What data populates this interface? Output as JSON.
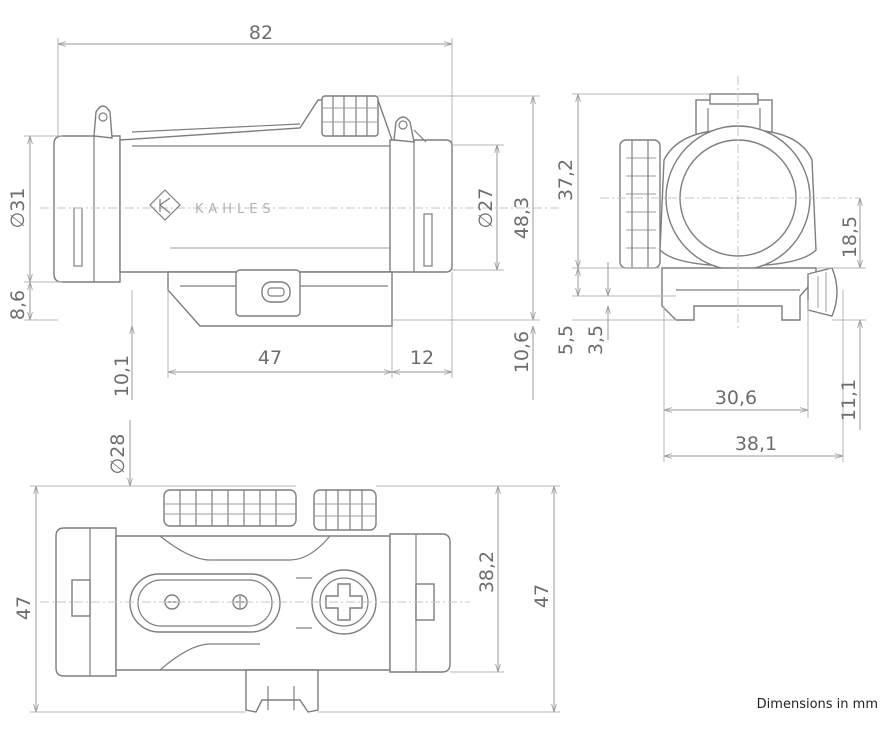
{
  "brand": "KAHLES",
  "note": "Dimensions in mm",
  "dimensions": {
    "overall_length": "82",
    "eyepiece_diameter": "∅31",
    "objective_diameter": "∅27",
    "total_height_side": "48,3",
    "offset_left": "8,6",
    "mount_offset": "10,1",
    "mount_length": "47",
    "rear_offset": "12",
    "rail_height": "10,6",
    "front_height": "37,2",
    "axis_height": "18,5",
    "rail_a": "5,5",
    "rail_b": "3,5",
    "mount_width": "30,6",
    "total_width": "38,1",
    "rail_depth": "11,1",
    "turret_diameter": "∅28",
    "top_width_left": "47",
    "top_width_inner": "38,2",
    "top_width_right": "47"
  },
  "colors": {
    "stroke": "#7e7e7e",
    "dimension_text": "#6d6d6d"
  }
}
